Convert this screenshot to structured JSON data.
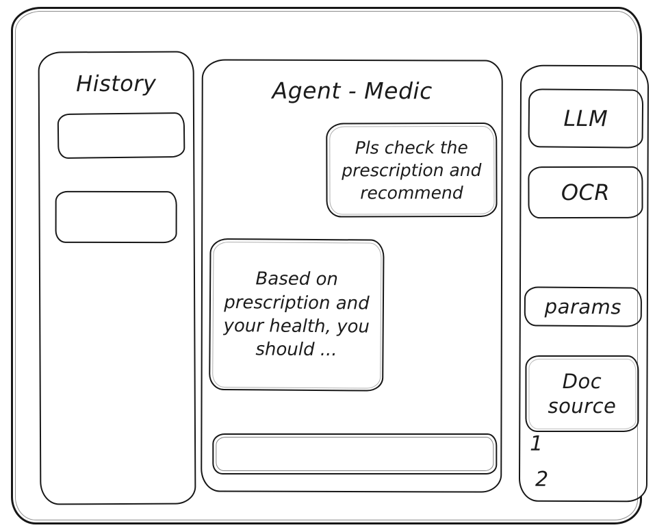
{
  "history_panel": {
    "title": "History"
  },
  "chat_panel": {
    "title": "Agent - Medic",
    "messages": [
      {
        "role": "user",
        "text": "Pls check the prescription and recommend"
      },
      {
        "role": "assistant",
        "text": "Based on prescription and your health, you should ..."
      }
    ],
    "input": {
      "value": "",
      "placeholder": ""
    }
  },
  "tools_panel": {
    "llm_label": "LLM",
    "ocr_label": "OCR",
    "params_label": "params",
    "doc_source_label": "Doc source",
    "doc_sources": [
      "1",
      "2"
    ]
  },
  "colors": {
    "ink": "#171717",
    "background": "#ffffff"
  }
}
